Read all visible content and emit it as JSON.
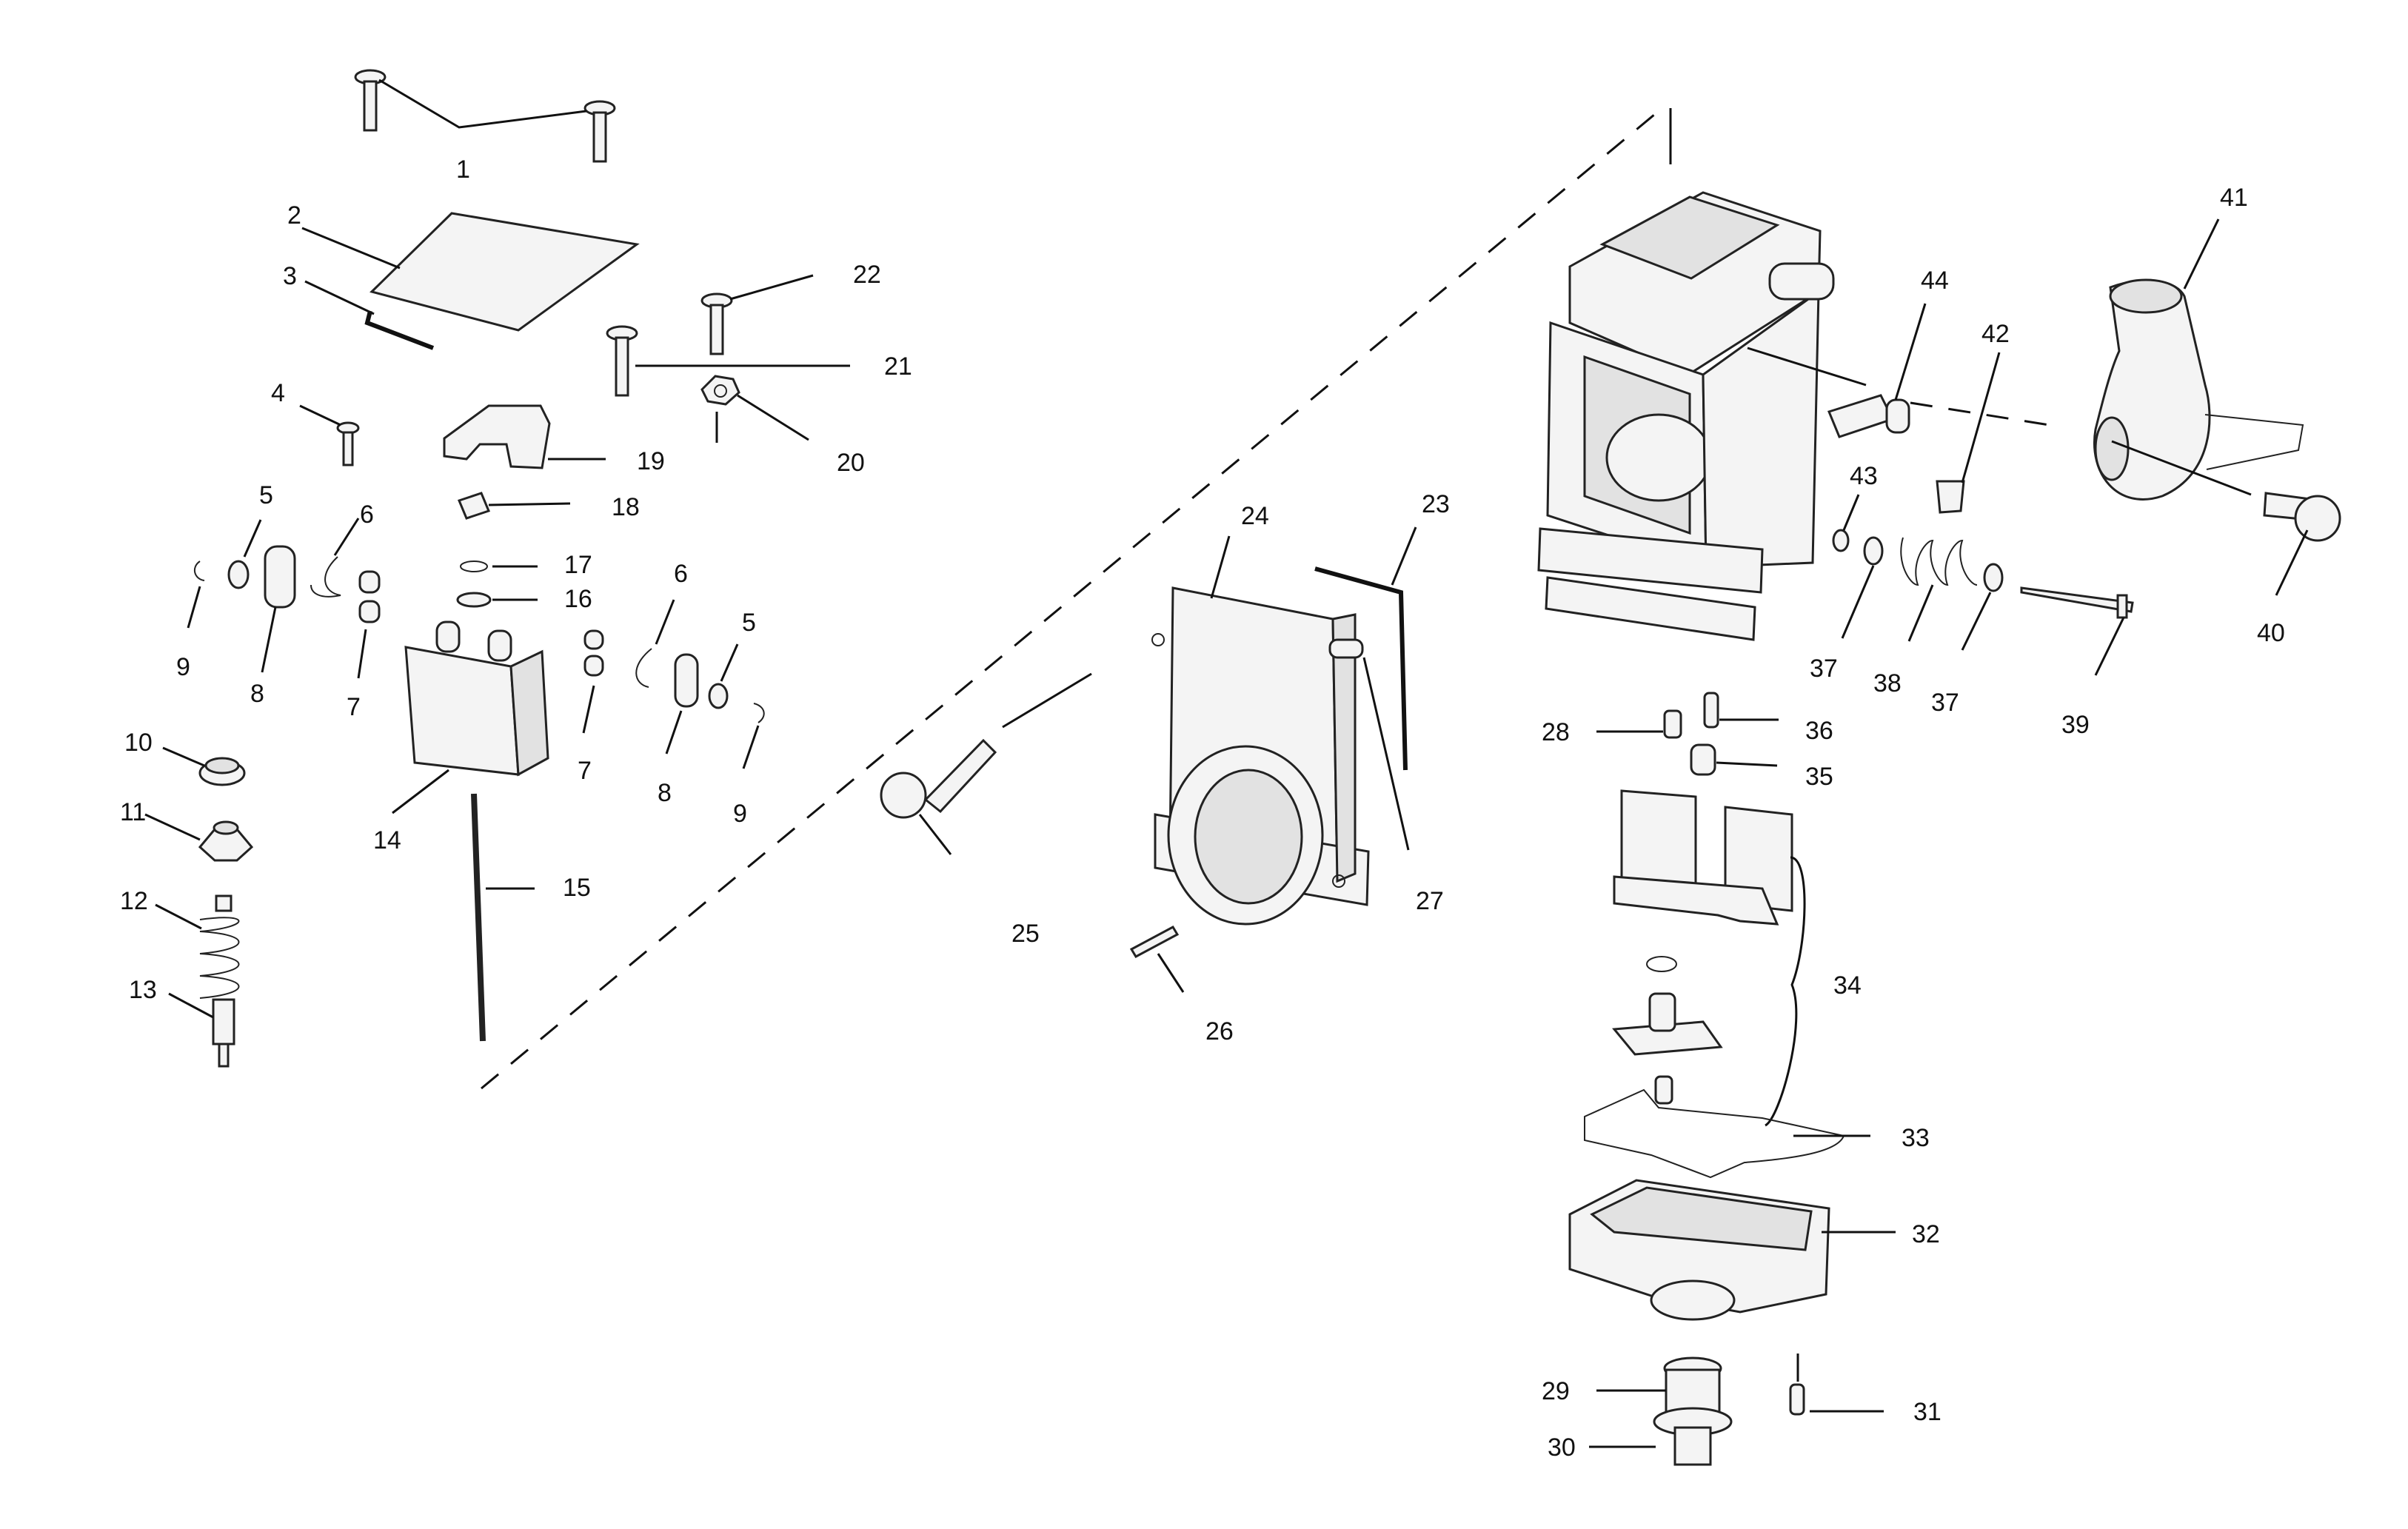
{
  "diagram": {
    "labels": [
      "1",
      "2",
      "3",
      "4",
      "5",
      "6",
      "7",
      "8",
      "9",
      "10",
      "11",
      "12",
      "13",
      "14",
      "15",
      "16",
      "17",
      "18",
      "19",
      "20",
      "21",
      "22",
      "23",
      "24",
      "25",
      "26",
      "27",
      "28",
      "29",
      "30",
      "31",
      "32",
      "33",
      "34",
      "35",
      "36",
      "37",
      "38",
      "39",
      "40",
      "41",
      "42",
      "43",
      "44"
    ],
    "label_5b": "5",
    "label_6b": "6",
    "label_7b": "7",
    "label_8b": "8",
    "label_9b": "9",
    "label_37b": "37"
  }
}
